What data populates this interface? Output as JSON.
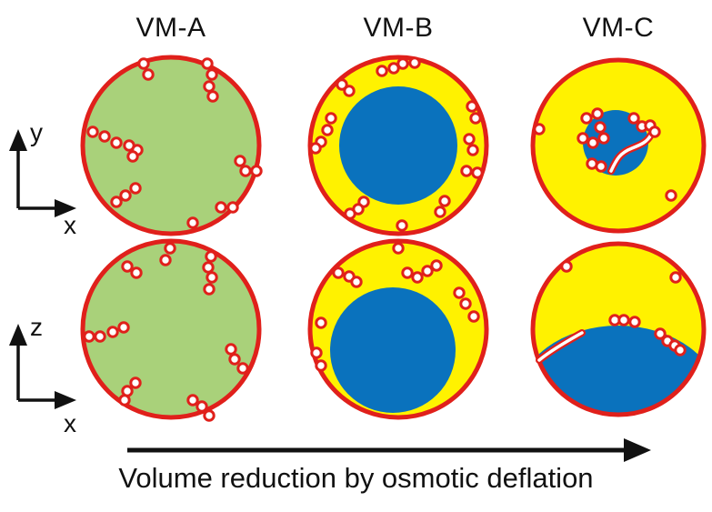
{
  "columns": [
    {
      "label": "VM-A"
    },
    {
      "label": "VM-B"
    },
    {
      "label": "VM-C"
    }
  ],
  "axes": {
    "top": {
      "vertical": "y",
      "horizontal": "x"
    },
    "bottom": {
      "vertical": "z",
      "horizontal": "x"
    }
  },
  "caption": "Volume reduction by osmotic deflation",
  "colors": {
    "membrane": "#e0201b",
    "liquid_green": "#a9d17a",
    "liquid_yellow": "#fff200",
    "inner_blue": "#0a72bd",
    "text": "#111111"
  }
}
